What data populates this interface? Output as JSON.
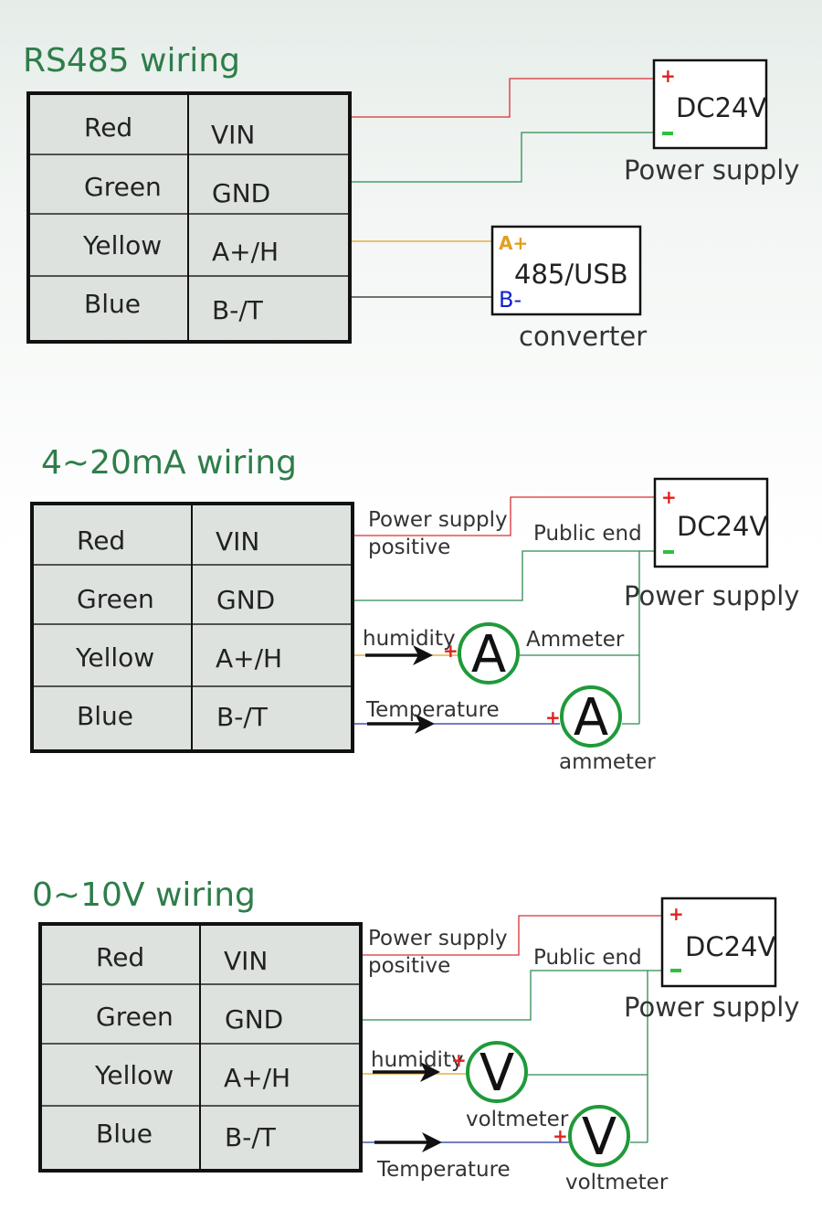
{
  "sections": [
    {
      "title": "RS485 wiring",
      "rows": [
        {
          "color": "Red",
          "signal": "VIN"
        },
        {
          "color": "Green",
          "signal": "GND"
        },
        {
          "color": "Yellow",
          "signal": "A+/H"
        },
        {
          "color": "Blue",
          "signal": "B-/T"
        }
      ],
      "power_box": {
        "text": "DC24V",
        "plus": "+",
        "caption": "Power supply"
      },
      "converter_box": {
        "text": "485/USB",
        "a_label": "A+",
        "b_label": "B-",
        "caption": "converter"
      }
    },
    {
      "title": "4~20mA wiring",
      "rows": [
        {
          "color": "Red",
          "signal": "VIN"
        },
        {
          "color": "Green",
          "signal": "GND"
        },
        {
          "color": "Yellow",
          "signal": "A+/H"
        },
        {
          "color": "Blue",
          "signal": "B-/T"
        }
      ],
      "power_box": {
        "text": "DC24V",
        "plus": "+",
        "caption": "Power supply"
      },
      "labels": {
        "power_positive_1": "Power supply",
        "power_positive_2": "positive",
        "public_end": "Public end",
        "humidity": "humidity",
        "temperature": "Temperature",
        "meter1_caption": "Ammeter",
        "meter2_caption": "ammeter",
        "meter_letter": "A",
        "plus": "+"
      }
    },
    {
      "title": "0~10V wiring",
      "rows": [
        {
          "color": "Red",
          "signal": "VIN"
        },
        {
          "color": "Green",
          "signal": "GND"
        },
        {
          "color": "Yellow",
          "signal": "A+/H"
        },
        {
          "color": "Blue",
          "signal": "B-/T"
        }
      ],
      "power_box": {
        "text": "DC24V",
        "plus": "+",
        "caption": "Power supply"
      },
      "labels": {
        "power_positive_1": "Power supply",
        "power_positive_2": "positive",
        "public_end": "Public end",
        "humidity": "humidity",
        "temperature": "Temperature",
        "meter1_caption": "voltmeter",
        "meter2_caption": "voltmeter",
        "meter_letter": "V",
        "plus": "+"
      }
    }
  ],
  "colors": {
    "title": "#2e7d4a",
    "wire_red": "#d93030",
    "wire_green": "#2e8b4e",
    "wire_yellow": "#e0a020",
    "wire_blue": "#2030a0",
    "wire_black": "#222222",
    "meter_ring": "#1f9a3a",
    "plus_red": "#e02020",
    "minus_green": "#2fbf40",
    "a_plus_orange": "#e0a020",
    "b_minus_blue": "#1020d0"
  }
}
